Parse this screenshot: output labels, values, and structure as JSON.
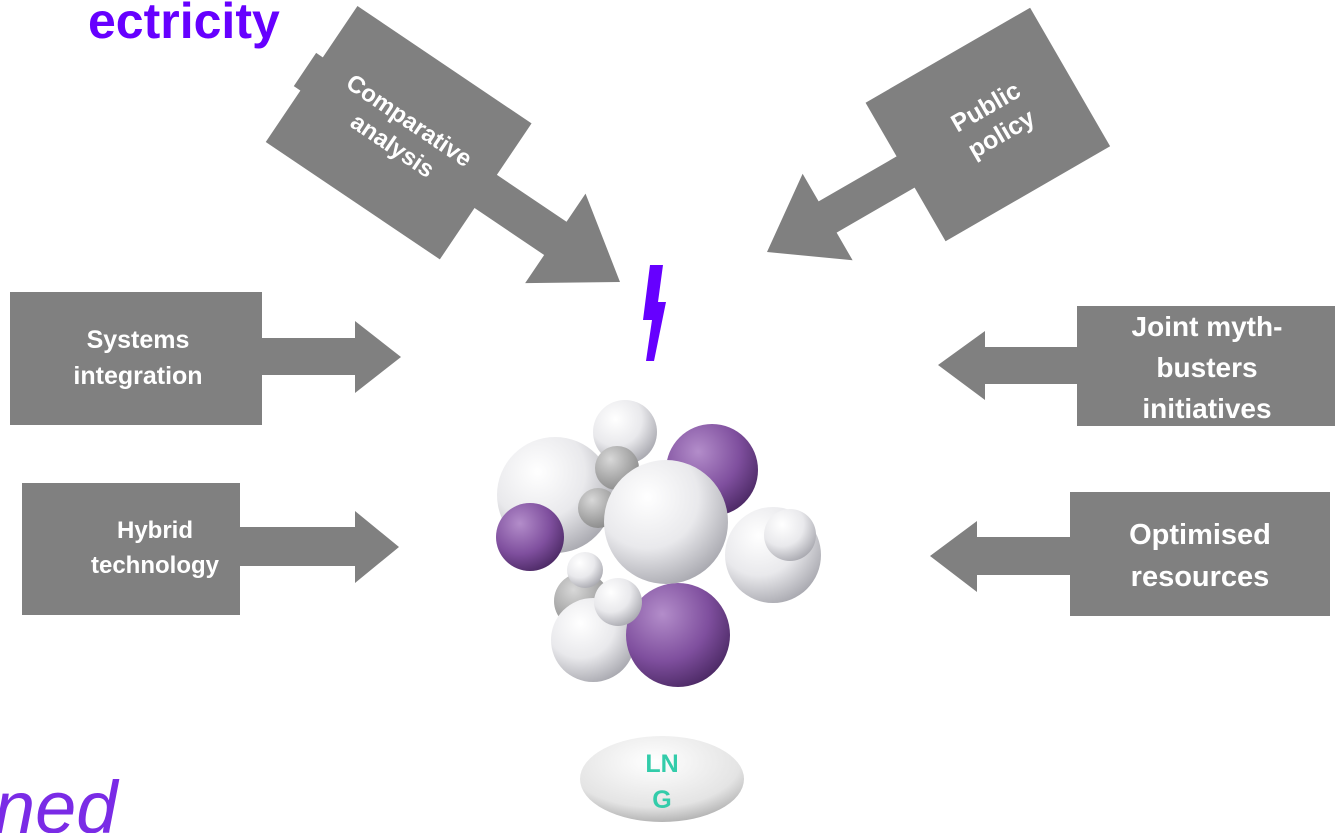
{
  "title": {
    "text": "ectricity",
    "color": "#6600ff"
  },
  "bottom_text": {
    "text": "ned",
    "color": "#7a2be6"
  },
  "arrows": {
    "comparative": {
      "lines": [
        "Comparative",
        "analysis"
      ]
    },
    "public": {
      "lines": [
        "Public",
        "policy"
      ]
    },
    "systems": {
      "lines": [
        "Systems",
        "integration"
      ]
    },
    "hybrid": {
      "lines": [
        "Hybrid",
        "technology"
      ]
    },
    "joint": {
      "lines": [
        "Joint myth-",
        "busters",
        "initiatives"
      ]
    },
    "optimised": {
      "lines": [
        "Optimised",
        "resources"
      ]
    }
  },
  "center": {
    "bolt_icon": "lightning-bolt-icon",
    "cluster_icon": "molecule-cluster-icon"
  },
  "lng": {
    "lines": [
      "LN",
      "G"
    ],
    "text_color": "#33ccaa"
  },
  "colors": {
    "arrow_fill": "#808080",
    "bolt": "#6600ff",
    "sphere_purple": "#8a5aa6",
    "sphere_white": "#f2f2f2"
  }
}
